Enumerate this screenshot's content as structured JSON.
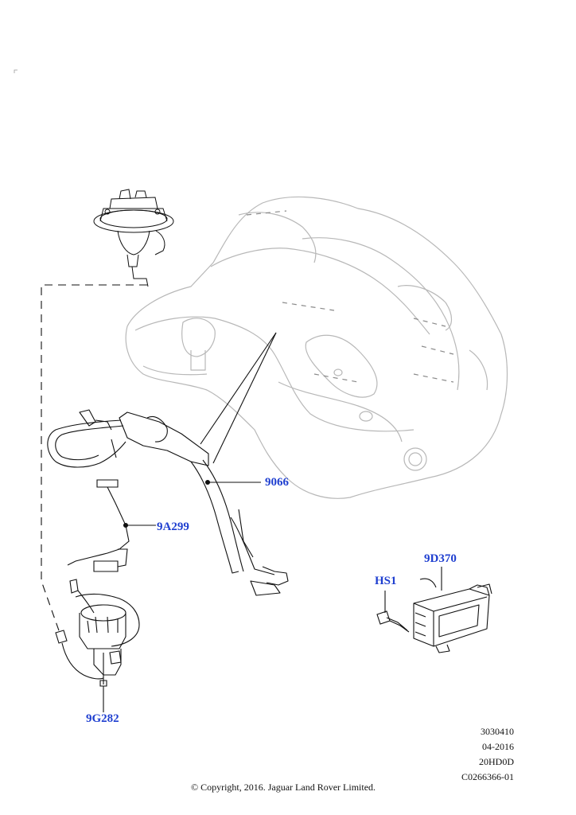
{
  "callouts": {
    "c9066": "9066",
    "c9A299": "9A299",
    "c9D370": "9D370",
    "cHS1": "HS1",
    "c9G282": "9G282"
  },
  "meta": {
    "code1": "3030410",
    "date": "04-2016",
    "code2": "20HD0D",
    "code3": "C0266366-01"
  },
  "copyright": "© Copyright, 2016. Jaguar Land Rover Limited.",
  "colors": {
    "callout": "#1f3fd0",
    "line": "#111111",
    "ghost": "#b8b8b8"
  }
}
